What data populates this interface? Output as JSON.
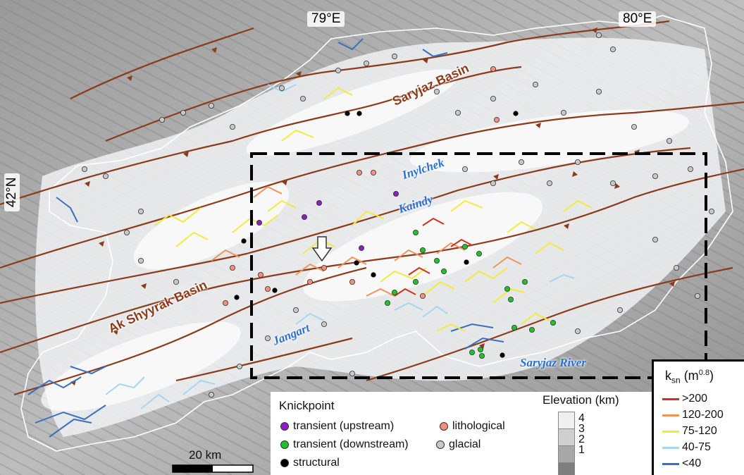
{
  "map": {
    "coords": {
      "lon_79": "79°E",
      "lon_80": "80°E",
      "lat_42": "42°N"
    },
    "basins": [
      "Saryjaz Basin",
      "Ak Shyyrak Basin"
    ],
    "rivers": [
      "Inylchek",
      "Kaindy",
      "Jangart",
      "Saryjaz River"
    ],
    "scale_label": "20 km"
  },
  "legend": {
    "knickpoint": {
      "title": "Knickpoint",
      "items": [
        {
          "label": "transient (upstream)",
          "color": "#8b1fc4"
        },
        {
          "label": "transient (downstream)",
          "color": "#22c02a"
        },
        {
          "label": "structural",
          "color": "#000000"
        },
        {
          "label": "lithological",
          "color": "#f09080"
        },
        {
          "label": "glacial",
          "color": "#c8c8c8"
        }
      ]
    },
    "elevation": {
      "title": "Elevation (km)",
      "ticks": [
        "4",
        "3",
        "2",
        "1"
      ]
    },
    "ksn": {
      "title": "k",
      "title_sub": "sn",
      "title_unit": " (m",
      "title_sup": "0.8",
      "title_close": ")",
      "items": [
        {
          "label": ">200",
          "color": "#c8321e"
        },
        {
          "label": "120-200",
          "color": "#f0935a"
        },
        {
          "label": "75-120",
          "color": "#f3ea3c"
        },
        {
          "label": "40-75",
          "color": "#a8d6f0"
        },
        {
          "label": "<40",
          "color": "#3a6fc0"
        }
      ]
    }
  }
}
